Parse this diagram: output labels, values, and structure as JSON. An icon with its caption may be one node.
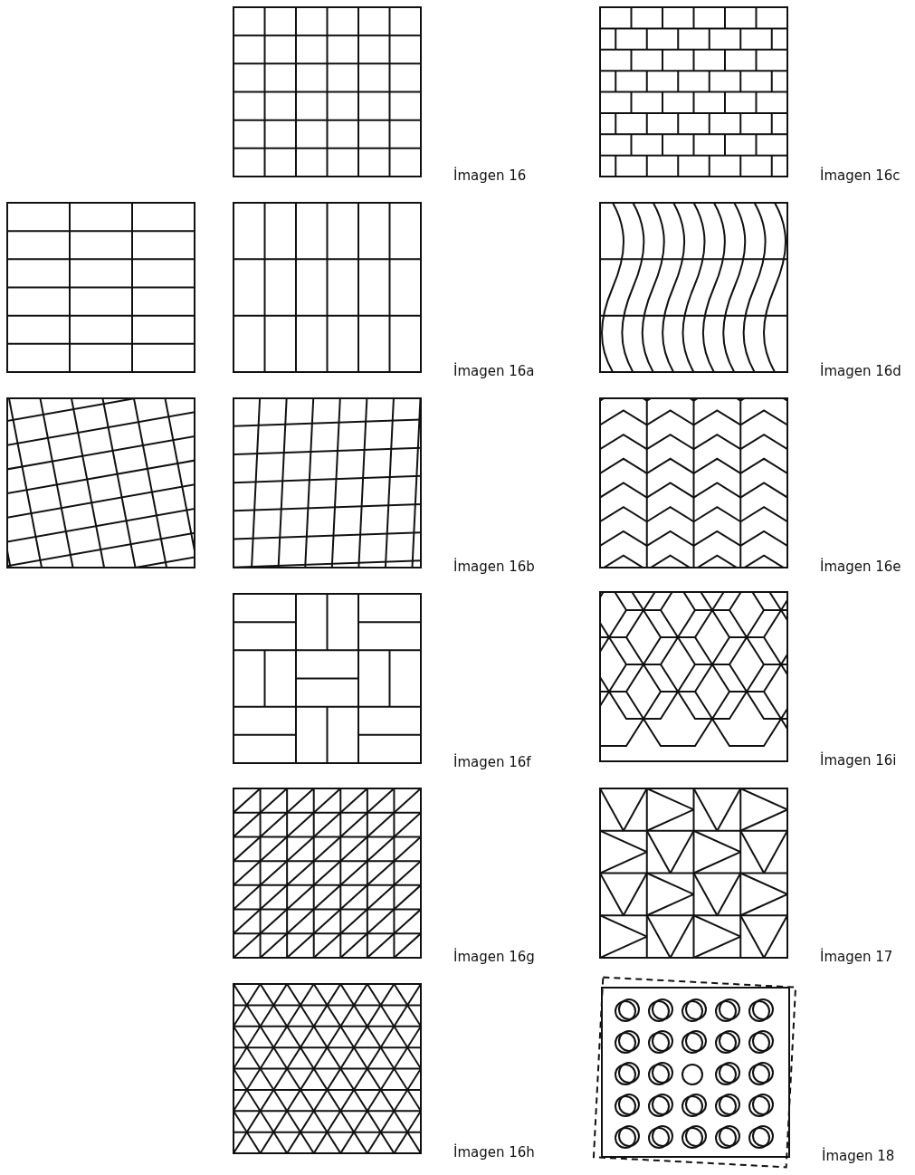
{
  "diagram": {
    "labels": [
      "İmagen 16",
      "İmagen 16c",
      "İmagen 16a",
      "İmagen 16d",
      "İmagen 16b",
      "İmagen 16e",
      "İmagen 16f",
      "İmagen 16i",
      "İmagen 16g",
      "İmagen 17",
      "İmagen 16h",
      "İmagen 18"
    ]
  }
}
